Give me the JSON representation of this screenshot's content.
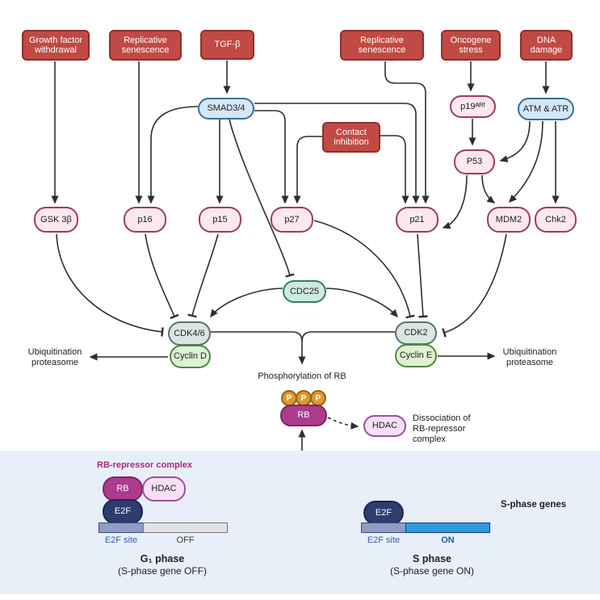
{
  "diagram": {
    "stimuli": {
      "growth_factor_withdrawal": "Growth factor\nwithdrawal",
      "replicative_senescence_left": "Replicative\nsenescence",
      "tgf_beta": "TGF-β",
      "replicative_senescence_right": "Replicative\nsenescence",
      "oncogene_stress": "Oncogene\nstress",
      "dna_damage": "DNA\ndamage",
      "contact_inhibition": "Contact\ninhibition"
    },
    "nodes": {
      "smad34": "SMAD3/4",
      "atm_atr": "ATM & ATR",
      "p19arf": "p19ᴬᴿᶠ",
      "p53": "P53",
      "gsk3b": "GSK 3β",
      "p16": "p16",
      "p15": "p15",
      "p27": "p27",
      "p21": "p21",
      "mdm2": "MDM2",
      "chk2": "Chk2",
      "cdc25": "CDC25",
      "cdk46": "CDK4/6",
      "cyclin_d": "Cyclin D",
      "cdk2": "CDK2",
      "cyclin_e": "Cyclin E",
      "rb": "RB",
      "hdac": "HDAC",
      "phospho_p": "P"
    },
    "labels": {
      "ubiquitination_left": "Ubiquitination\nproteasome",
      "ubiquitination_right": "Ubiquitination\nproteasome",
      "phosphorylation_of_rb": "Phosphorylation of RB",
      "dissociation": "Dissociation of\nRB-repressor\ncomplex"
    },
    "bottom_panel": {
      "rb_repressor_complex": "RB-repressor complex",
      "g1": {
        "rb": "RB",
        "hdac": "HDAC",
        "e2f": "E2F",
        "e2f_site": "E2F site",
        "off": "OFF",
        "phase": "G₁ phase",
        "caption": "(S-phase gene OFF)"
      },
      "s": {
        "e2f": "E2F",
        "e2f_site": "E2F site",
        "on": "ON",
        "s_phase_genes": "S-phase genes",
        "phase": "S phase",
        "caption": "(S-phase gene ON)"
      }
    },
    "colors": {
      "stimulus_fill": "#c14a44",
      "stimulus_border": "#8e2f2a",
      "pink_fill": "#fce8ef",
      "pink_border": "#a23a5e",
      "blue_fill": "#d5e7f6",
      "blue_border": "#3a6da6",
      "teal_fill": "#cdeae0",
      "teal_border": "#2f7d6a",
      "cdk_fill": "#dae6e2",
      "cdk_border": "#5e7069",
      "cyclin_fill": "#def1d3",
      "cyclin_border": "#4f8a3d",
      "rb_fill": "#ae3a8e",
      "rb_border": "#7c2766",
      "phospho_fill": "#d89b2d",
      "phospho_border": "#97660f",
      "hdac_fill": "#f7e0f6",
      "hdac_border": "#9d4f9d",
      "e2f_fill": "#2d3d6e",
      "e2f_site_fill": "#8e9cc6",
      "off_fill": "#e2e2e4",
      "on_fill": "#2d9ce0",
      "gene_arrow": "#1f72c4",
      "rb_repressor_text": "#aa2878",
      "e2f_site_text": "#3a5ca9",
      "on_text": "#1761b4",
      "panel_bg": "#e9eff9",
      "line": "#2e2e2e"
    }
  }
}
